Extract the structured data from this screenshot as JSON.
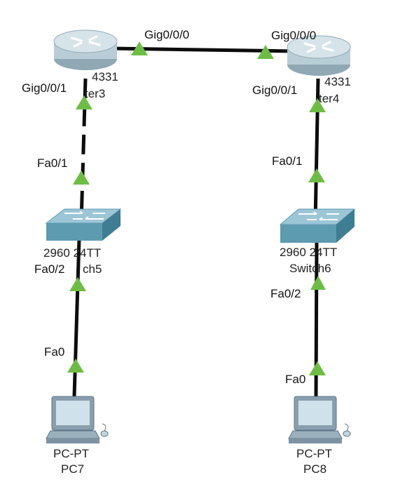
{
  "colors": {
    "link": "#0c0c0c",
    "port_up": "#6dbd45",
    "router_body": "#b9cdd6",
    "switch_body": "#5d9bb1",
    "pc_body": "#8a9fae"
  },
  "devices": [
    {
      "id": "router3",
      "kind": "router",
      "model": "ISR4331",
      "model_visible": "4331",
      "name_visible": "ter3",
      "icon": "router-icon"
    },
    {
      "id": "router4",
      "kind": "router",
      "model": "ISR4331",
      "model_visible": "4331",
      "name_visible": "ter4",
      "icon": "router-icon"
    },
    {
      "id": "switch5",
      "kind": "switch",
      "model_visible": "2960 24TT",
      "name_visible": "ch5",
      "icon": "switch-icon"
    },
    {
      "id": "switch6",
      "kind": "switch",
      "model_visible": "2960 24TT",
      "name_visible": "Switch6",
      "icon": "switch-icon"
    },
    {
      "id": "pc7",
      "kind": "pc",
      "model_visible": "PC-PT",
      "name_visible": "PC7",
      "icon": "pc-icon"
    },
    {
      "id": "pc8",
      "kind": "pc",
      "model_visible": "PC-PT",
      "name_visible": "PC8",
      "icon": "pc-icon"
    }
  ],
  "links": [
    {
      "from": "router3",
      "from_port": "Gig0/0/0",
      "to": "router4",
      "to_port": "Gig0/0/0",
      "style": "solid"
    },
    {
      "from": "router3",
      "from_port": "Gig0/0/1",
      "to": "switch5",
      "to_port": "Fa0/1",
      "style": "dashed"
    },
    {
      "from": "router4",
      "from_port": "Gig0/0/1",
      "to": "switch6",
      "to_port": "Fa0/1",
      "style": "solid"
    },
    {
      "from": "switch5",
      "from_port": "Fa0/2",
      "to": "pc7",
      "to_port": "Fa0",
      "style": "solid"
    },
    {
      "from": "switch6",
      "from_port": "Fa0/2",
      "to": "pc8",
      "to_port": "Fa0",
      "style": "solid"
    }
  ],
  "port_labels": {
    "r3_g000": "Gig0/0/0",
    "r4_g000": "Gig0/0/0",
    "r3_g001": "Gig0/0/1",
    "r4_g001": "Gig0/0/1",
    "s5_fa01": "Fa0/1",
    "s6_fa01": "Fa0/1",
    "s5_fa02": "Fa0/2",
    "s6_fa02": "Fa0/2",
    "pc7_fa0": "Fa0",
    "pc8_fa0": "Fa0"
  }
}
